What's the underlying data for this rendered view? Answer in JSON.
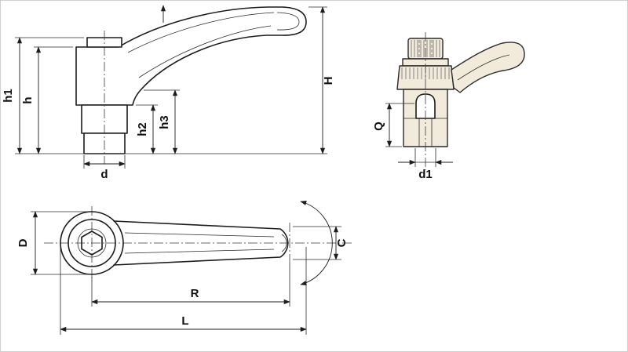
{
  "drawing": {
    "type": "technical dimension drawing",
    "subject": "adjustable clamping lever handle, three orthographic views",
    "colors": {
      "line": "#1c1c1c",
      "body_fill": "#f2ebdc",
      "background": "#ffffff"
    },
    "views": {
      "side": {
        "name": "side elevation",
        "dims": {
          "h1": "h1",
          "h": "h",
          "h2": "h2",
          "h3": "h3",
          "d": "d",
          "H": "H"
        }
      },
      "front": {
        "name": "front elevation",
        "dims": {
          "Q": "Q",
          "d1": "d1"
        }
      },
      "top": {
        "name": "plan view",
        "dims": {
          "D": "D",
          "C": "C",
          "R": "R",
          "L": "L"
        }
      }
    }
  }
}
